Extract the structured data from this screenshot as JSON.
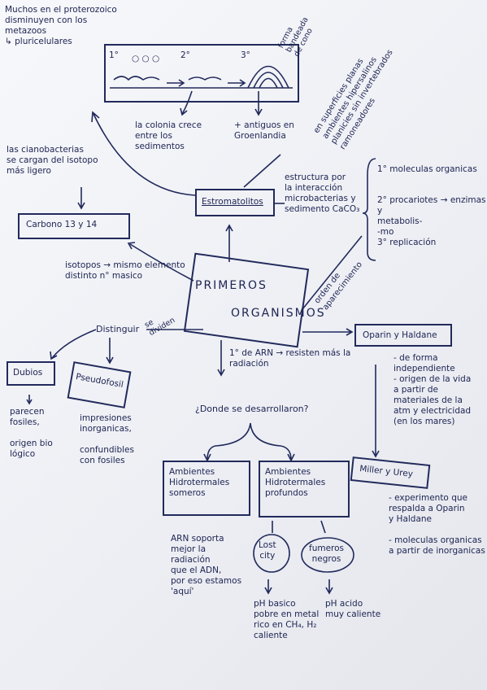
{
  "top_left_note": "Muchos en el proterozoico\ndisminuyen con los\nmetazoos\n↳ pluricelulares",
  "strom_box": {
    "stage1": "1°",
    "stage2": "2°",
    "stage3": "3°",
    "dots": "○  ○  ○"
  },
  "rot_note_1": "forma\nbandeada\nde cono",
  "rot_note_2": "en superficies planas\nambientes hipersalinos\nplanicies sin invertebrados\nramoneadores",
  "colony_note": "la colonia crece\nentre los\nsedimentos",
  "antiguos_note": "+ antiguos en\nGroenlandia",
  "cianobacterias_note": "las cianobacterias\nse cargan del isotopo\nmás ligero",
  "carbono_box": "Carbono 13 y 14",
  "isotopos_note": "isotopos → mismo elemento\ndistinto n° masico",
  "estromatolitos_box": "Estromatolitos",
  "estructura_note": "estructura por\nla interacción\nmicrobacterias y\nsedimento CaCO₃",
  "steps": [
    "1° moleculas organicas",
    "2° procariotes → enzimas\ny\nmetabolis-\n-mo",
    "3° replicación"
  ],
  "orden_note": "orden de\naparecimiento",
  "central_title_1": "PRIMEROS",
  "central_title_2": "ORGANISMOS",
  "arn_note": "1° de ARN → resisten más la\nradiación",
  "oparin_box": "Oparin y Haldane",
  "oparin_notes": "- de forma independiente\n- origen de la vida\n  a partir de\n  materiales de la\n  atm y electricidad\n  (en los mares)",
  "miller_box": "Miller y Urey",
  "miller_notes": "- experimento que\n  respalda a Oparin\n  y Haldane\n\n- moleculas organicas\n  a partir de inorganicas",
  "distinguir": "Distinguir",
  "se_dividen": "se\ndividen",
  "dubios_box": "Dubios",
  "dubios_note": "parecen\nfosiles,\n\norigen bio\nlógico",
  "pseudofosil_box": "Pseudofosil",
  "pseudofosil_note": "impresiones\ninorganicas,\n\nconfundibles\ncon fosiles",
  "donde_q": "¿Donde se desarrollaron?",
  "amb_someros_box": "Ambientes\nHidrotermales\nsomeros",
  "amb_profundos_box": "Ambientes\nHidrotermales\nprofundos",
  "arn_someros_note": "ARN soporta\nmejor la\nradiación\nque el ADN,\npor eso estamos\n'aquí'",
  "lost_city": "Lost\ncity",
  "fumeros_negros": "fumeros\nnegros",
  "ph_basico_note": "pH basico\npobre en metal\nrico en CH₄, H₂\ncaliente",
  "ph_acido_note": "pH acido\nmuy caliente"
}
